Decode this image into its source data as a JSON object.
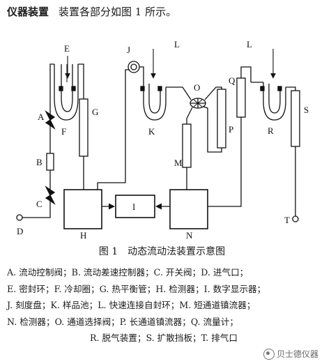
{
  "header": {
    "title": "仪器装置",
    "text": "装置各部分如图 1 所示。"
  },
  "caption": {
    "figure": "图 1",
    "title": "动态流动法装置示意图"
  },
  "labels": {
    "A": "A",
    "B": "B",
    "C": "C",
    "D": "D",
    "E": "E",
    "F": "F",
    "G": "G",
    "H": "H",
    "I": "I",
    "J": "J",
    "K": "K",
    "L1": "L",
    "L2": "L",
    "M": "M",
    "N": "N",
    "O": "O",
    "P": "P",
    "Q": "Q",
    "R": "R",
    "S": "S",
    "T": "T"
  },
  "legend": {
    "line1": "A. 流动控制阀；B. 流动差速控制器；C. 开关阀；D. 进气口；",
    "line2": "E. 密封环；F. 冷却圈；G. 热平衡管；H. 检测器；I. 数字显示器；",
    "line3": "J. 刻度盘；K. 样品池；L. 快速连接自封环；M. 短通道镇流器；",
    "line4": "N. 检测器；O. 通道选择阀；P. 长通道镇流器；Q. 流量计；",
    "line5": "R. 脱气装置；S. 扩散挡板；T. 排气口"
  },
  "watermark": "贝士德仪器"
}
